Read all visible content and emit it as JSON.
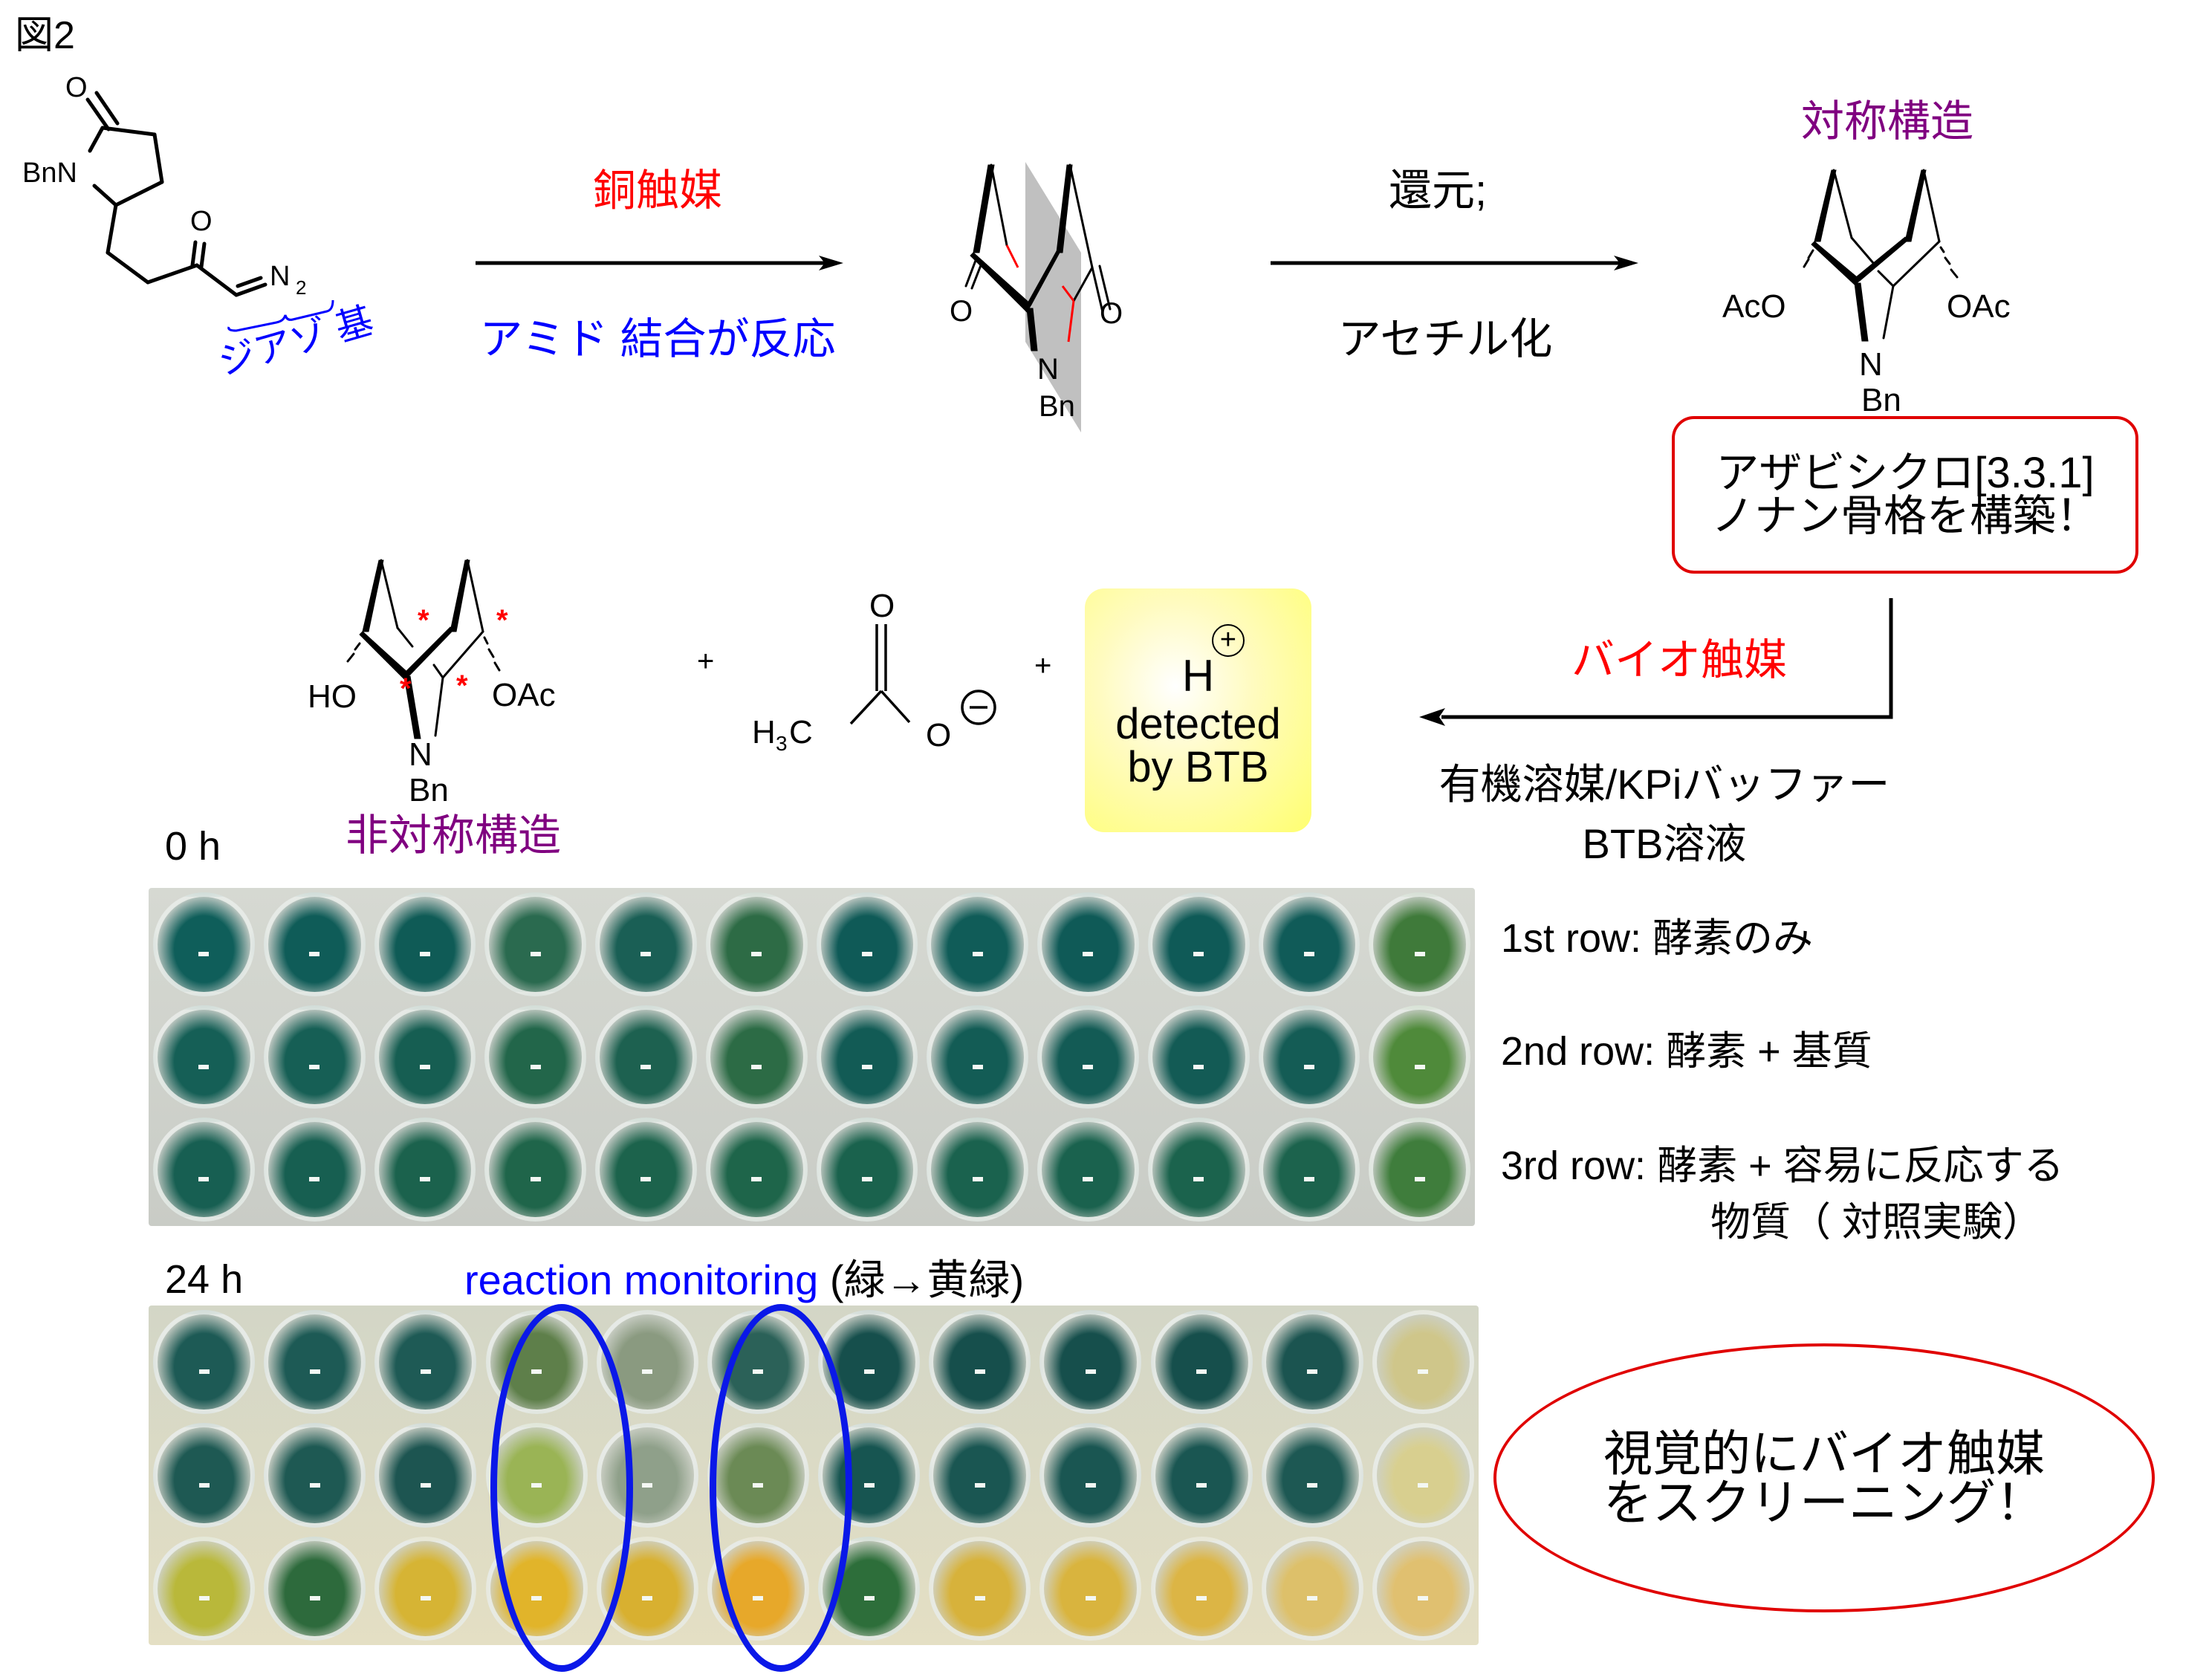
{
  "figure": {
    "label": "図2"
  },
  "scheme": {
    "starting_material": {
      "labels": {
        "n_group": "BnN",
        "lactam_o": "O",
        "ketone_o": "O",
        "diazo": "N",
        "diazo_sub": "2"
      },
      "annotation": "ジアゾ 基",
      "annotation_color": "#0000ff"
    },
    "step1": {
      "reagent": "銅触媒",
      "reagent_color": "#ff0000",
      "note": "アミド 結合が反応",
      "note_color": "#0000ff"
    },
    "intermediate": {
      "labels": {
        "o_left": "O",
        "o_right": "O",
        "n": "N",
        "bn": "Bn"
      },
      "mirror_plane_color": "#b8b8b8",
      "new_bond_color": "#ff0000"
    },
    "step2": {
      "reagent_line1": "還元;",
      "reagent_line2": "アセチル化"
    },
    "product": {
      "title": "対称構造",
      "title_color": "#800080",
      "labels": {
        "left": "AcO",
        "right": "OAc",
        "n": "N",
        "bn": "Bn"
      },
      "callout": {
        "line1": "アザビシクロ[3.3.1]",
        "line2": "ノナン骨格を構築！",
        "border_color": "#e00000"
      }
    },
    "step3": {
      "reagent": "バイオ触媒",
      "reagent_color": "#ff0000",
      "conditions_line1": "有機溶媒/KPiバッファー",
      "conditions_line2": "BTB溶液"
    },
    "desymmetrized_product": {
      "labels": {
        "left": "HO",
        "right": "OAc",
        "n": "N",
        "bn": "Bn",
        "stereo_mark": "*"
      },
      "title": "非対称構造",
      "title_color": "#800080"
    },
    "plus_sign": "+",
    "acetate": {
      "methyl": "H",
      "methyl_sub": "3",
      "carbon": "C",
      "o_top": "O",
      "o_minus": "O",
      "charge": "−"
    },
    "proton_box": {
      "symbol": "H",
      "charge": "+",
      "line1": "detected",
      "line2": "by BTB",
      "fill": "#ffff70"
    }
  },
  "plates": {
    "t0": {
      "label": "0 h",
      "rows": 3,
      "cols": 12,
      "well_colors": [
        [
          "#0f5e5a",
          "#0f5c58",
          "#0f5b56",
          "#2a6a4f",
          "#1a5f55",
          "#2d6b45",
          "#0f5a57",
          "#105c58",
          "#0f5a57",
          "#0f5a57",
          "#105b58",
          "#3f7a3a"
        ],
        [
          "#155f56",
          "#165f55",
          "#165e52",
          "#22664a",
          "#1d6150",
          "#2c6b45",
          "#125b55",
          "#135c55",
          "#135b55",
          "#135b55",
          "#145c55",
          "#4f8a3a"
        ],
        [
          "#175f52",
          "#175f51",
          "#1b624d",
          "#1f654a",
          "#1c634c",
          "#1e654a",
          "#1a624d",
          "#1a624e",
          "#1a624e",
          "#1b634d",
          "#1c634d",
          "#3f7d3c"
        ]
      ]
    },
    "t24": {
      "label": "24 h",
      "caption_blue": "reaction monitoring",
      "caption_black": "(緑→黄緑)",
      "caption_color": "#0000ff",
      "rows": 3,
      "cols": 12,
      "highlighted_columns": [
        4,
        6
      ],
      "highlight_color": "#0a18e8",
      "well_colors": [
        [
          "#1d5a55",
          "#1d5a55",
          "#1e5a55",
          "#5e7f4a",
          "#8a9a80",
          "#2b6158",
          "#164f4c",
          "#164f4c",
          "#164f4c",
          "#164f4c",
          "#1b5450",
          "#cfc68a"
        ],
        [
          "#1e5953",
          "#1e5953",
          "#1d5551",
          "#9ab455",
          "#8fa08a",
          "#6b8a55",
          "#175551",
          "#1a5652",
          "#1a5652",
          "#1a5652",
          "#1d5853",
          "#d8cf8f"
        ],
        [
          "#b9b83a",
          "#2d6a3c",
          "#d6b434",
          "#e1b42a",
          "#d8b030",
          "#e7a82a",
          "#2d6e3a",
          "#d7b23b",
          "#d9b43e",
          "#dcb545",
          "#ddc06a",
          "#e0c070"
        ]
      ]
    }
  },
  "legend": {
    "row1": "1st row:  酵素のみ",
    "row2": "2nd row: 酵素 + 基質",
    "row3_line1": "3rd row:  酵素 + 容易に反応する",
    "row3_line2": "物質（ 対照実験）"
  },
  "summary": {
    "line1": "視覚的にバイオ触媒",
    "line2": "をスクリーニング！",
    "border_color": "#e00000"
  }
}
